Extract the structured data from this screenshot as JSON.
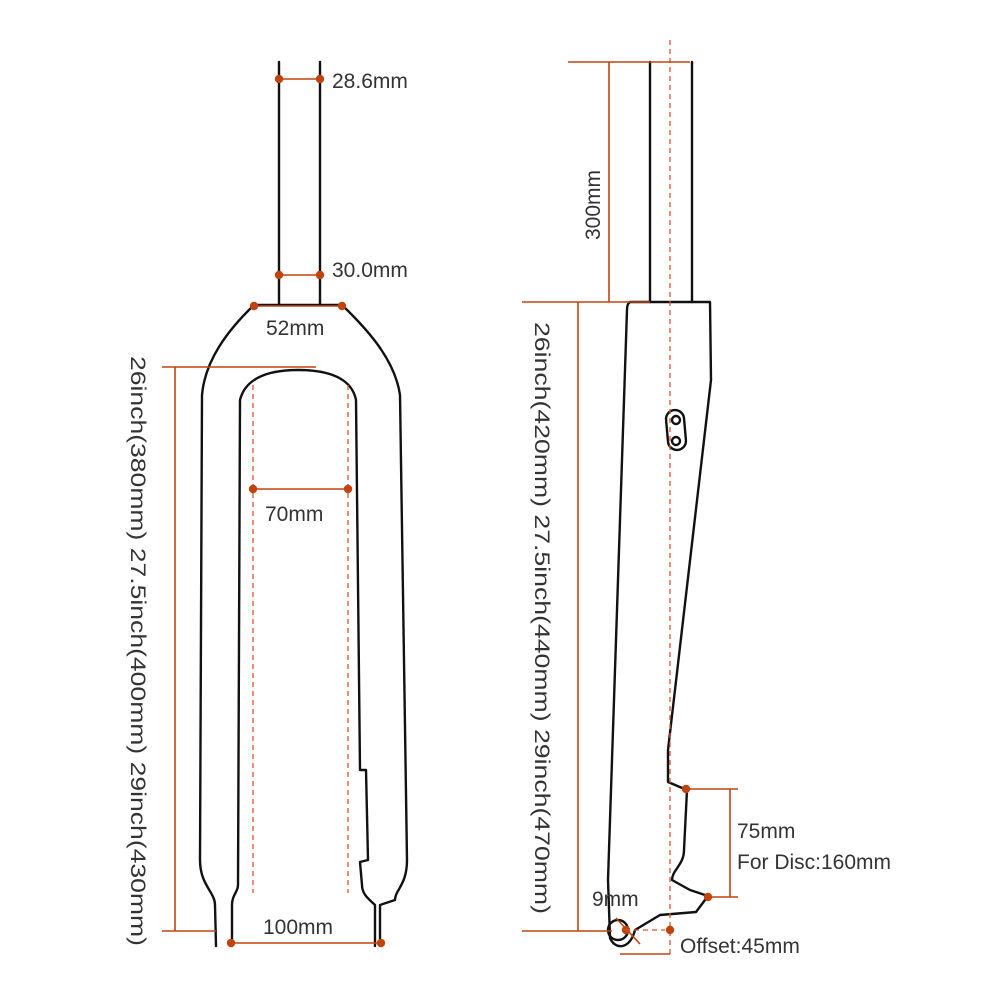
{
  "colors": {
    "outline": "#111111",
    "dimension": "#c1440e",
    "label": "#333333",
    "background": "#ffffff"
  },
  "front_view": {
    "steerer_top_label": "28.6mm",
    "steerer_bottom_label": "30.0mm",
    "crown_label": "52mm",
    "height_label": "26inch(380mm) 27.5inch(400mm) 29inch(430mm)",
    "inner_width_label": "70mm",
    "dropout_width_label": "100mm"
  },
  "side_view": {
    "steerer_length_label": "300mm",
    "axle_to_crown_label": "26inch(420mm) 27.5inch(440mm) 29inch(470mm)",
    "disc_mount_label": "75mm",
    "disc_rotor_label": "For Disc:160mm",
    "dropout_label": "9mm",
    "offset_label": "Offset:45mm"
  }
}
